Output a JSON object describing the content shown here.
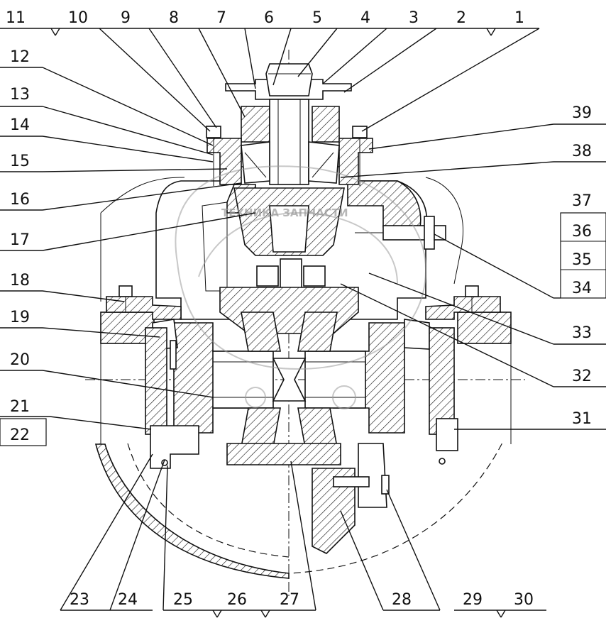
{
  "callouts": {
    "top": [
      "11",
      "10",
      "9",
      "8",
      "7",
      "6",
      "5",
      "4",
      "3",
      "2",
      "1"
    ],
    "left": [
      "12",
      "13",
      "14",
      "15",
      "16",
      "17",
      "18",
      "19",
      "20",
      "21",
      "22"
    ],
    "right": [
      "39",
      "38",
      "37",
      "36",
      "35",
      "34",
      "33",
      "32",
      "31"
    ],
    "bottom": [
      "23",
      "24",
      "25",
      "26",
      "27",
      "28",
      "29",
      "30"
    ]
  },
  "watermark": {
    "text": "ТЕХНИКА ЗАПЧАСТИ"
  }
}
